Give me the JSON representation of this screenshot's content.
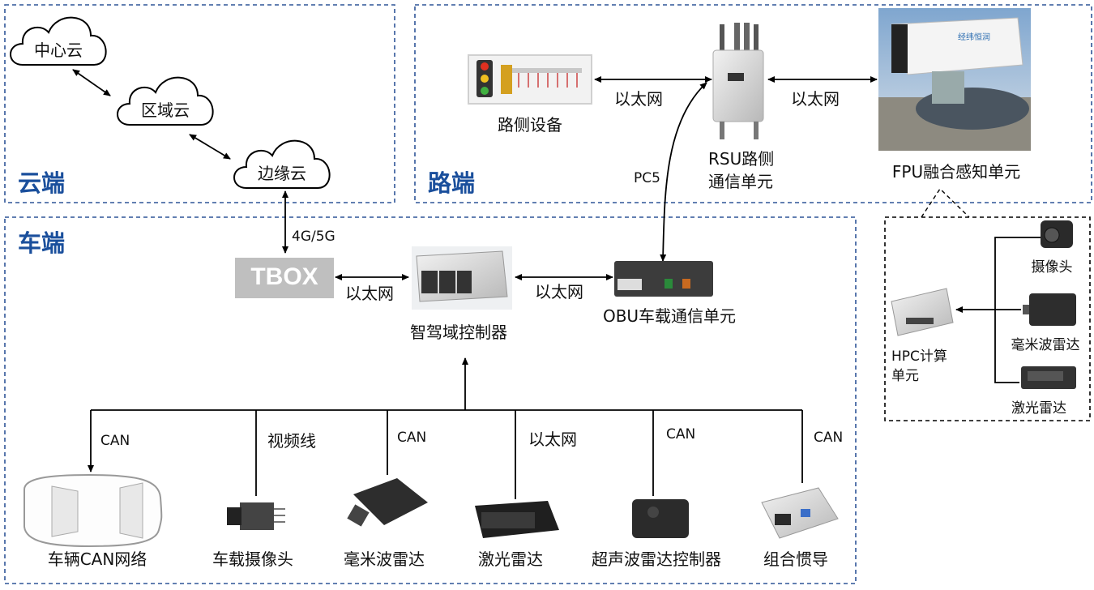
{
  "sections": {
    "cloud": "云端",
    "road": "路端",
    "vehicle": "车端"
  },
  "cloud": {
    "center": "中心云",
    "regional": "区域云",
    "edge": "边缘云"
  },
  "road": {
    "roadside_device": "路侧设备",
    "rsu_line1": "RSU路侧",
    "rsu_line2": "通信单元",
    "fpu": "FPU融合感知单元",
    "link_ethernet_1": "以太网",
    "link_ethernet_2": "以太网",
    "link_pc5": "PC5"
  },
  "fpu_detail": {
    "hpc_line1": "HPC计算",
    "hpc_line2": "单元",
    "camera": "摄像头",
    "mmwave": "毫米波雷达",
    "lidar": "激光雷达",
    "camera_brand": "经纬恒润"
  },
  "vehicle": {
    "tbox": "TBOX",
    "link_4g5g": "4G/5G",
    "link_ethernet_tbox": "以太网",
    "link_ethernet_obu": "以太网",
    "domain_controller": "智驾域控制器",
    "obu": "OBU车载通信单元",
    "devices": [
      {
        "label": "车辆CAN网络",
        "link": "CAN"
      },
      {
        "label": "车载摄像头",
        "link": "视频线"
      },
      {
        "label": "毫米波雷达",
        "link": "CAN"
      },
      {
        "label": "激光雷达",
        "link": "以太网"
      },
      {
        "label": "超声波雷达控制器",
        "link": "CAN"
      },
      {
        "label": "组合惯导",
        "link": "CAN"
      }
    ]
  },
  "colors": {
    "region_title": "#1a4f9c",
    "dashed_border": "#2f5597",
    "tbox_fill": "#bfbfbf",
    "arrow": "#000000"
  }
}
